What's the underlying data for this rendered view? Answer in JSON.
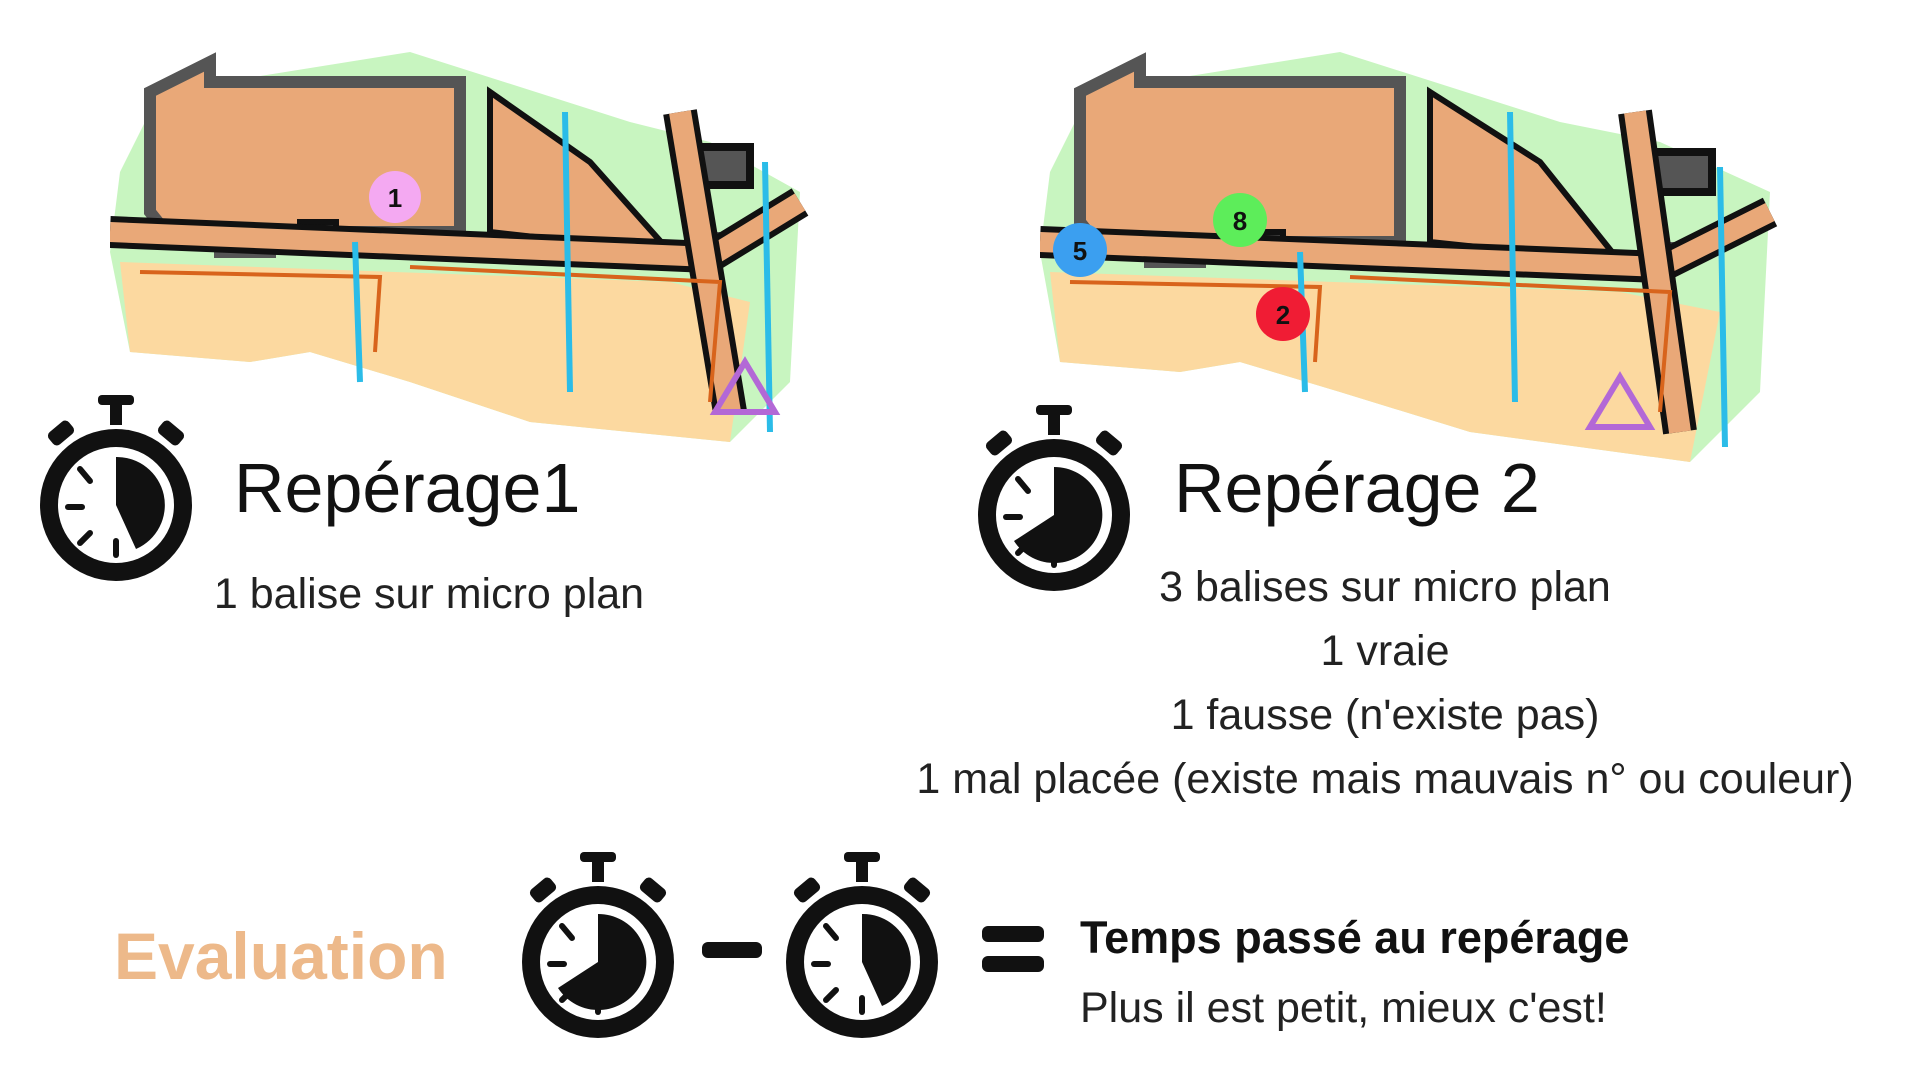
{
  "left_panel": {
    "title": "Repérage1",
    "subtitle": "1 balise sur micro plan",
    "markers": [
      {
        "label": "1",
        "color": "#f4a9f2"
      }
    ]
  },
  "right_panel": {
    "title": "Repérage 2",
    "lines": [
      "3 balises sur micro plan",
      "1 vraie",
      "1 fausse (n'existe pas)",
      "1 mal placée (existe mais mauvais n° ou couleur)"
    ],
    "markers": [
      {
        "label": "5",
        "color": "#3b9ff0"
      },
      {
        "label": "8",
        "color": "#5ded5a"
      },
      {
        "label": "2",
        "color": "#f01c34"
      }
    ]
  },
  "evaluation": {
    "label": "Evaluation",
    "label_color": "#edb98a",
    "result_title": "Temps passé au repérage",
    "result_subtitle": "Plus il est petit, mieux c'est!"
  },
  "colors": {
    "building": "#e9a878",
    "vegetation": "#c8f5c0",
    "open_land": "#fcd9a0",
    "water": "#2bbce8",
    "start_triangle": "#b368d6",
    "text": "#111111"
  },
  "icons": [
    "stopwatch-icon",
    "start-triangle-icon"
  ]
}
